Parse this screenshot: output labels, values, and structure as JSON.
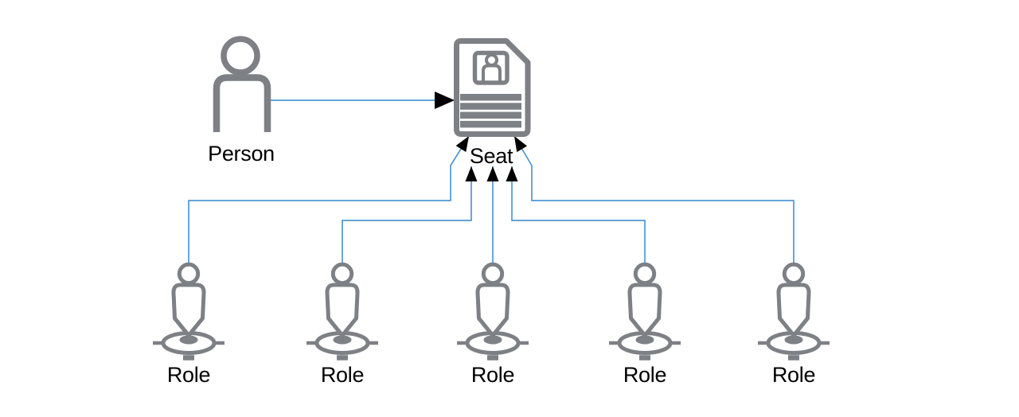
{
  "diagram": {
    "background": "#ffffff",
    "colors": {
      "icon_gray": "#7d8084",
      "connector_blue": "#4f97d5",
      "arrow_black": "#000000",
      "text_black": "#000000"
    },
    "icons": {
      "person": "person-icon",
      "seat": "id-document-icon",
      "role": "role-pin-icon"
    },
    "nodes": {
      "person": {
        "label": "Person"
      },
      "seat": {
        "label": "Seat"
      },
      "roles": [
        {
          "label": "Role"
        },
        {
          "label": "Role"
        },
        {
          "label": "Role"
        },
        {
          "label": "Role"
        },
        {
          "label": "Role"
        }
      ]
    }
  }
}
